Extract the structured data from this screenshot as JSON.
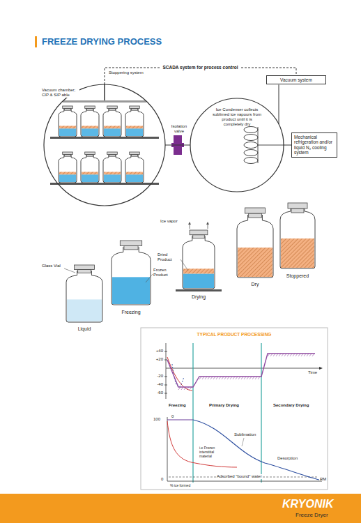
{
  "diagram": {
    "title": "FREEZE DRYING PROCESS",
    "nodes": [
      {
        "text": [
          "Vacuum chamber; CIP & SIP able"
        ]
      },
      {
        "text": [
          "Ice Condenser collects sublimed ice vapours from product until it is completely dry"
        ]
      },
      {
        "text": [
          "Vacuum system"
        ]
      },
      {
        "text": [
          "Mechanical refrigeration and/or liquid N₂ cooling system"
        ]
      }
    ],
    "edges": [
      {
        "from": 0,
        "to": 1,
        "arrow": "none"
      },
      {
        "from": 1,
        "to": 2,
        "arrow": "none"
      },
      {
        "from": 1,
        "to": 3,
        "arrow": "none"
      },
      {
        "from": 0,
        "to": 2,
        "arrow": "none",
        "label": "SCADA system for process control"
      }
    ],
    "labels": [
      "Stoppering system",
      "Isolation valve",
      "Glass Vial",
      "Liquid",
      "Frozen Product",
      "Freezing",
      "Ice vapor",
      "Dried Product",
      "Drying",
      "Dry",
      "Stoppered",
      "TYPICAL PRODUCT PROCESSING",
      "+40",
      "+20",
      "-20",
      "-40",
      "-60",
      "Time",
      "Freezing",
      "Primary Drying",
      "Secondary Drying",
      "100",
      "0",
      "i.e Frozen interstitial material",
      "Sublimation",
      "Desorption",
      "RM",
      "Adsorbed \"bound\" water",
      "0",
      "% ice formed",
      "KRYONIK",
      "Freeze Dryer"
    ]
  }
}
